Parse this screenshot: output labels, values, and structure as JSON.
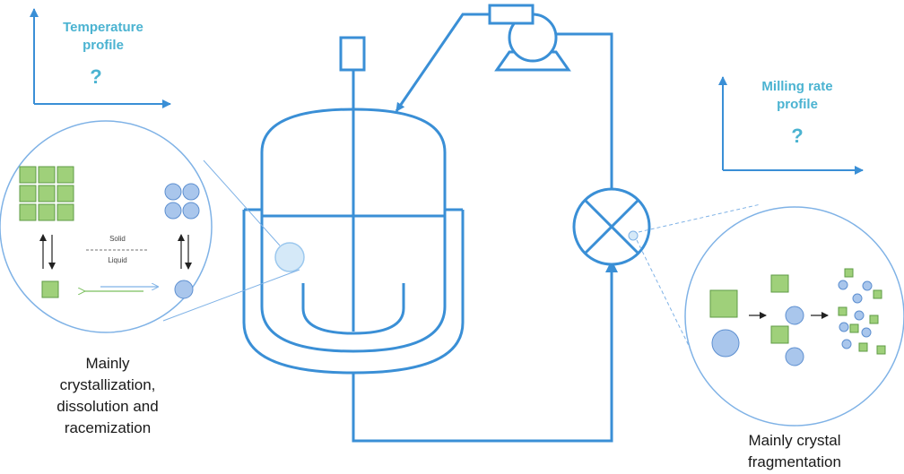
{
  "colors": {
    "line_blue": "#3a8fd6",
    "cyan_text": "#4bb3d1",
    "crystal_green": "#9fd07a",
    "crystal_green_edge": "#5f9b45",
    "particle_blue": "#a9c6ec",
    "particle_blue_edge": "#5d8fd0",
    "lens_fill": "#d5e9f8",
    "arrow_green": "#7bbf5e",
    "arrow_blue": "#7fb2e6"
  },
  "icons": [
    "stirrer-motor-icon",
    "pump-icon",
    "mill-valve-icon",
    "arrow-icon"
  ],
  "temperature": {
    "title_line1": "Temperature",
    "title_line2": "profile",
    "unknown": "?"
  },
  "milling": {
    "title_line1": "Milling rate",
    "title_line2": "profile",
    "unknown": "?"
  },
  "left_zoom": {
    "solid_label": "Solid",
    "liquid_label": "Liquid"
  },
  "captions": {
    "left_line1": "Mainly",
    "left_line2": "crystallization,",
    "left_line3": "dissolution and",
    "left_line4": "racemization",
    "right_line1": "Mainly crystal",
    "right_line2": "fragmentation"
  }
}
